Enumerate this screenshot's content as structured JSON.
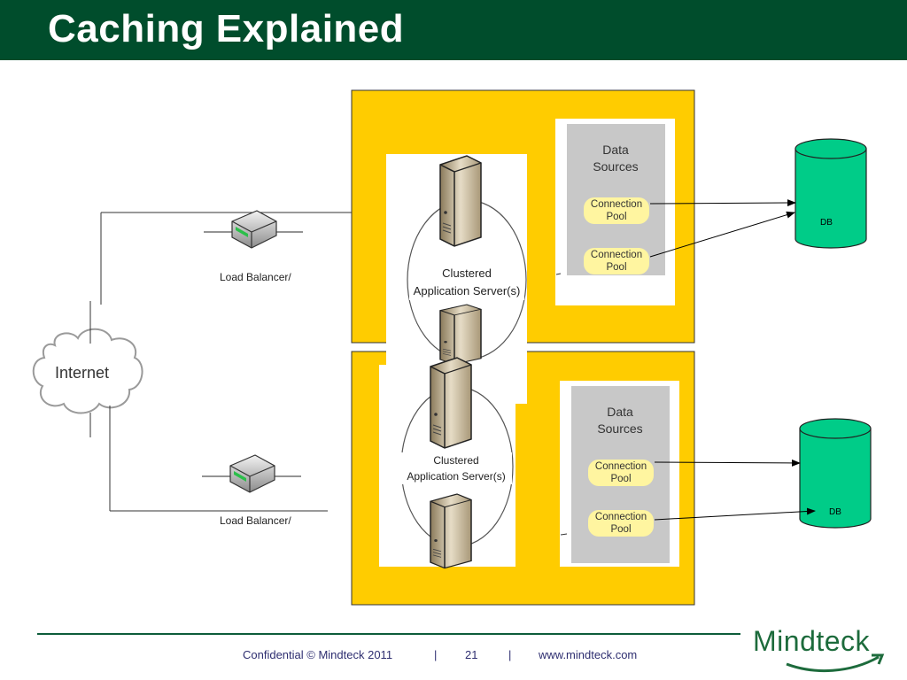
{
  "slide": {
    "title": "Caching Explained",
    "colors": {
      "header": "#004d2c",
      "panel": "#ffcc00",
      "db": "#00cc88",
      "pool": "#fff5a0"
    }
  },
  "diagram": {
    "internet_label": "Internet",
    "load_balancer_top": "Load Balancer/",
    "load_balancer_bottom": "Load Balancer/",
    "cluster_top": {
      "line1": "Clustered",
      "line2": "Application Server(s)"
    },
    "cluster_bottom": {
      "line1": "Clustered",
      "line2": "Application Server(s)"
    },
    "data_sources_top": {
      "line1": "Data",
      "line2": "Sources"
    },
    "data_sources_bottom": {
      "line1": "Data",
      "line2": "Sources"
    },
    "pools_top": [
      "Connection\nPool",
      "Connection\nPool"
    ],
    "pools_bottom": [
      "Connection\nPool",
      "Connection\nPool"
    ],
    "db_top": "DB",
    "db_bottom": "DB",
    "icons": [
      "cloud-icon",
      "load-balancer-icon",
      "server-icon",
      "database-icon"
    ]
  },
  "footer": {
    "confidential": "Confidential © Mindteck 2011",
    "sep1": "|",
    "page": "21",
    "sep2": "|",
    "url": "www.mindteck.com",
    "logo": "Mindteck"
  }
}
